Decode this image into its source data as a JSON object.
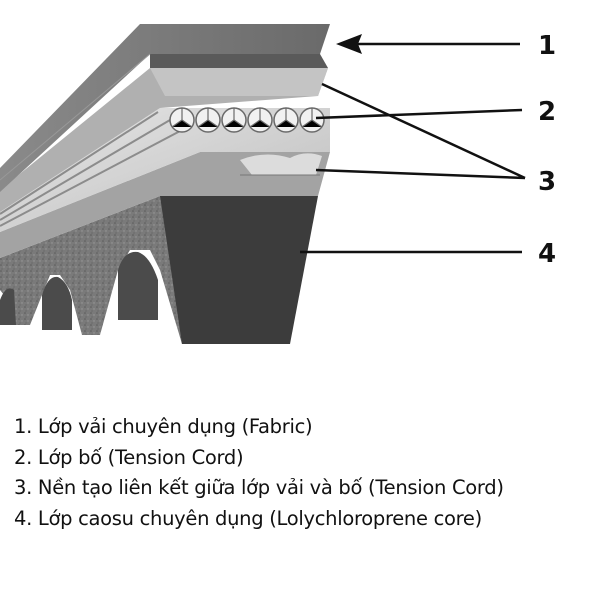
{
  "callouts": {
    "c1": "1",
    "c2": "2",
    "c3": "3",
    "c4": "4"
  },
  "legend": [
    "1. Lớp vải chuyên dụng (Fabric)",
    "2. Lớp bố (Tension Cord)",
    "3. Nền tạo liên kết giữa lớp vải và bố (Tension Cord)",
    "4. Lớp caosu chuyên dụng (Lolychloroprene core)"
  ],
  "colors": {
    "fabric": "#7a7a7a",
    "fabric_dark": "#4d4d4d",
    "cushion": "#a9a9a9",
    "cord": "#d9d9d9",
    "rubber": "#6e6e6e",
    "rubber_side": "#3c3c3c",
    "text": "#111111"
  }
}
